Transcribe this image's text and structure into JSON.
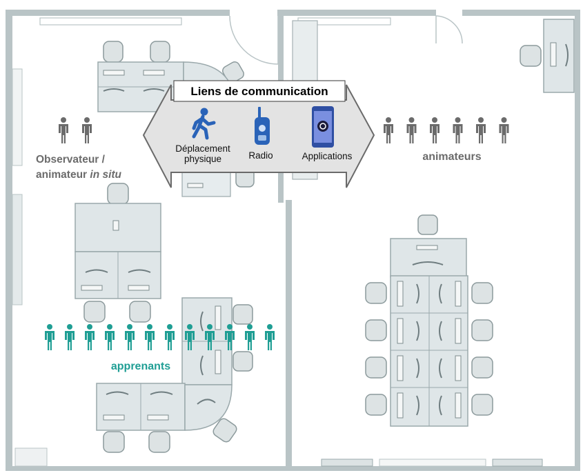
{
  "title": "Liens de communication",
  "channels": [
    {
      "label_lines": [
        "Déplacement",
        "physique"
      ],
      "icon": "walking-person-icon"
    },
    {
      "label_lines": [
        "Radio"
      ],
      "icon": "walkie-talkie-icon"
    },
    {
      "label_lines": [
        "Applications"
      ],
      "icon": "smartphone-app-icon"
    }
  ],
  "groups": {
    "observer": {
      "line1": "Observateur /",
      "line2_prefix": "animateur ",
      "line2_italic": "in situ",
      "count": 2,
      "color": "#6b6b6b"
    },
    "animators": {
      "label": "animateurs",
      "count": 6,
      "color": "#6b6b6b"
    },
    "learners": {
      "label": "apprenants",
      "count": 12,
      "color": "#1f9e94"
    }
  },
  "colors": {
    "arrow_fill": "#e3e3e3",
    "arrow_stroke": "#6a6a6a",
    "icon_blue": "#2a63b8"
  }
}
